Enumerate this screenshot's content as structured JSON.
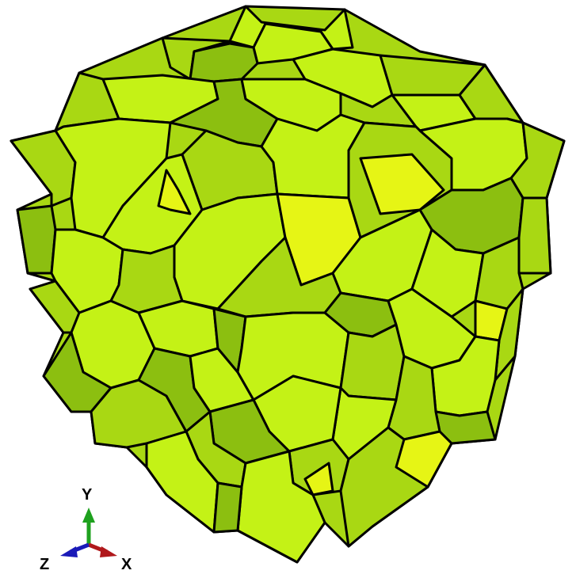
{
  "triad": {
    "y_label": "Y",
    "z_label": "Z",
    "x_label": "X",
    "colors": {
      "x": "#b0181b",
      "y": "#1ea11e",
      "z": "#1a1ab8"
    }
  },
  "model": {
    "palette": {
      "base": "#a9d813",
      "light": "#c4f216",
      "dark": "#8cbf10",
      "yellow": "#e6f515",
      "edge": "#000000"
    }
  }
}
